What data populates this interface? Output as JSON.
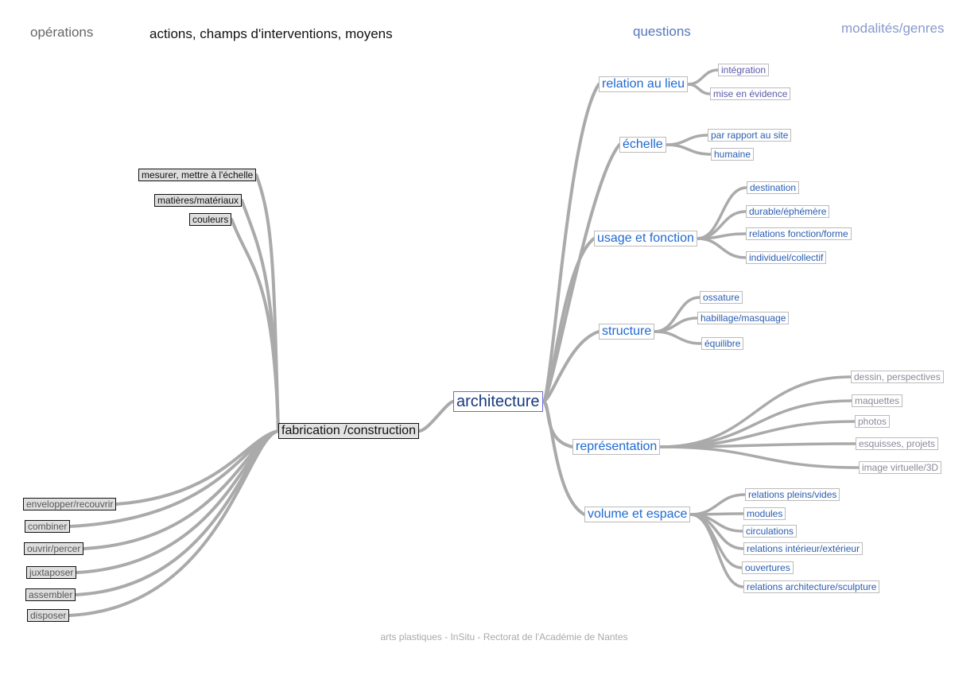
{
  "header": {
    "operations": "opérations",
    "actions": "actions, champs d'interventions, moyens",
    "questions": "questions",
    "modalites": "modalités/genres"
  },
  "center": "architecture",
  "fabrication": {
    "label": "fabrication /construction",
    "top_items": [
      "mesurer, mettre à l'échelle",
      "matières/matériaux",
      "couleurs"
    ],
    "bottom_items": [
      "envelopper/recouvrir",
      "combiner",
      "ouvrir/percer",
      "juxtaposer",
      "assembler",
      "disposer"
    ]
  },
  "questions": [
    {
      "label": "relation au lieu",
      "children": [
        "intégration",
        "mise en évidence"
      ]
    },
    {
      "label": "échelle",
      "children": [
        "par rapport au site",
        "humaine"
      ]
    },
    {
      "label": "usage et fonction",
      "children": [
        "destination",
        "durable/éphémère",
        "relations fonction/forme",
        "individuel/collectif"
      ]
    },
    {
      "label": "structure",
      "children": [
        "ossature",
        "habillage/masquage",
        "équilibre"
      ]
    },
    {
      "label": "représentation",
      "children": [
        "dessin, perspectives",
        "maquettes",
        "photos",
        "esquisses, projets",
        "image virtuelle/3D"
      ]
    },
    {
      "label": "volume et espace",
      "children": [
        "relations pleins/vides",
        "modules",
        "circulations",
        "relations intérieur/extérieur",
        "ouvertures",
        "relations architecture/sculpture"
      ]
    }
  ],
  "footer": "arts plastiques - InSitu - Rectorat de l'Académie de Nantes",
  "colors": {
    "edge": "#aaaaaa",
    "question": "#1f6ad0",
    "center_border": "#6a6ae0"
  }
}
